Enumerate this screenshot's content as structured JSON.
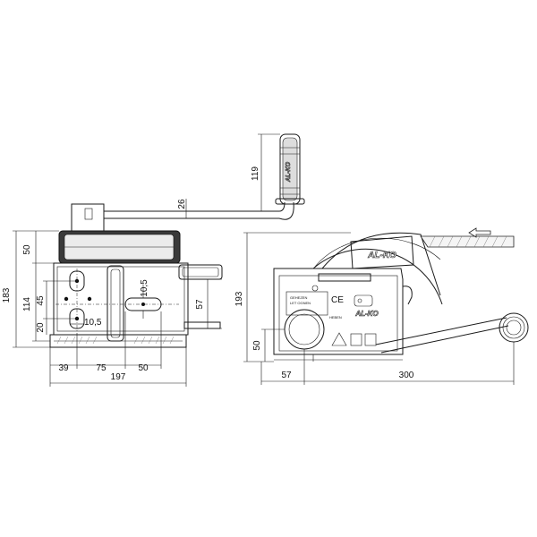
{
  "front_view": {
    "dimensions": {
      "d50_top": "50",
      "d183": "183",
      "d114": "114",
      "d45": "45",
      "d20": "20",
      "d10_5_left": "10,5",
      "d10_5_mid": "10,5",
      "d57": "57",
      "d39": "39",
      "d75": "75",
      "d50_bottom": "50",
      "d197": "197",
      "d26": "26",
      "d119": "119"
    },
    "handle_brand": "AL-KO"
  },
  "side_view": {
    "dimensions": {
      "d193": "193",
      "d50": "50",
      "d57": "57",
      "d300": "300"
    },
    "drum_brand": "AL-KO",
    "plate_brand": "AL-KO",
    "ce_mark": "CE",
    "label_line1": "GEHEZEN",
    "label_line2": "LET OGNEN",
    "label_line3": "HEBEN"
  }
}
